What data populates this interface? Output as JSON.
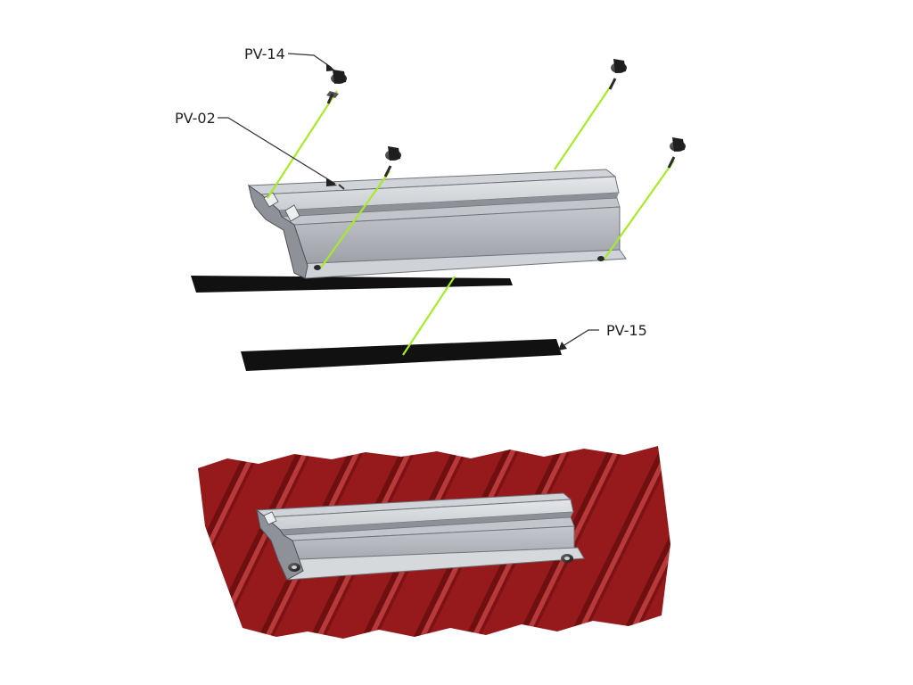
{
  "callouts": {
    "screw": "PV-14",
    "rail": "PV-02",
    "seal": "PV-15"
  },
  "colors": {
    "background": "#ffffff",
    "rail_top": "#d3d6da",
    "rail_side": "#a9adb3",
    "rail_dark": "#7c8087",
    "seal": "#111111",
    "guide_line": "#a6ea2a",
    "roof_red": "#96191b",
    "roof_rib_light": "#b2292a",
    "roof_rib_dark": "#6e0f10"
  },
  "parts": {
    "screw_count_exploded": 4,
    "screw_count_installed": 2,
    "seal_strip_count": 2
  }
}
